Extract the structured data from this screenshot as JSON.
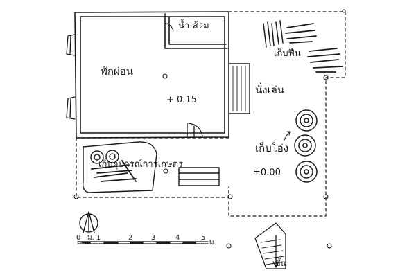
{
  "plan": {
    "rooms": {
      "rest": "พักผ่อน",
      "bathroom": "น้ำ-ส้วม",
      "firewood": "เก็บฟืน",
      "sitting": "นั่งเล่น",
      "jar_storage": "เก็บโอ่ง",
      "farm_tools": "เก็บอุปกรณ์การเกษตร"
    },
    "levels": {
      "upper": "+ 0.15",
      "ground": "±0.00"
    },
    "stair_label": "ขึ้น",
    "scale_bar": {
      "ticks": [
        "0",
        "ม. 1",
        "2",
        "3",
        "4",
        "5"
      ],
      "unit": "ม."
    }
  },
  "colors": {
    "ink": "#1a1a1a",
    "paper": "#ffffff"
  }
}
